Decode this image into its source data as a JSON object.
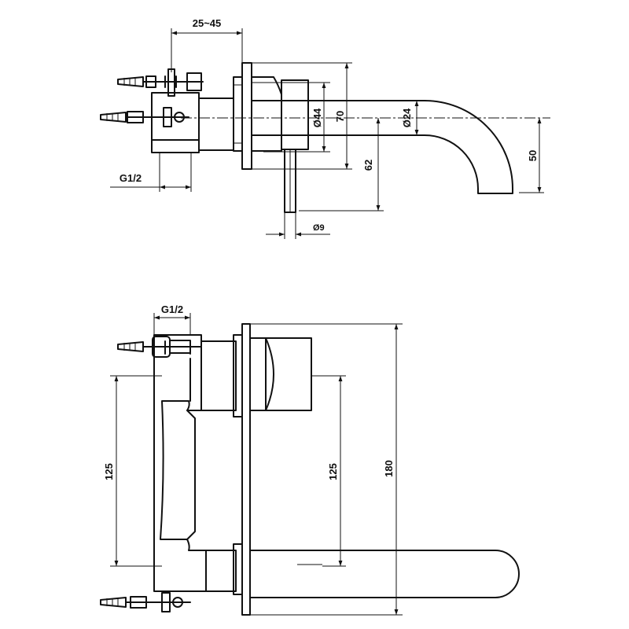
{
  "dimensions": {
    "mounting_depth": "25~45",
    "thread_top": "G1/2",
    "thread_bottom": "G1/2",
    "valve_dia": "Ø44",
    "plate_height": "70",
    "spout_dia": "Ø24",
    "spout_drop": "50",
    "lever_offset": "62",
    "lever_dia": "Ø9",
    "inlet_spacing_left": "125",
    "inlet_spacing_right": "125",
    "plate_length": "180"
  },
  "colors": {
    "line": "#111111",
    "background": "#ffffff"
  }
}
